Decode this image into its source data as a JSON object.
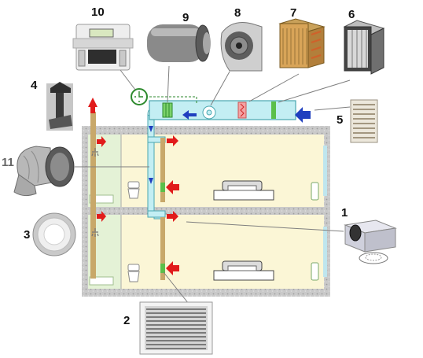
{
  "callouts": [
    {
      "id": "1",
      "label": "1",
      "subject": "ceiling air diffuser box"
    },
    {
      "id": "2",
      "label": "2",
      "subject": "extract air grille"
    },
    {
      "id": "3",
      "label": "3",
      "subject": "round air valve"
    },
    {
      "id": "4",
      "label": "4",
      "subject": "roof exhaust hood"
    },
    {
      "id": "5",
      "label": "5",
      "subject": "outdoor air louvre"
    },
    {
      "id": "6",
      "label": "6",
      "subject": "bag filter"
    },
    {
      "id": "7",
      "label": "7",
      "subject": "heat exchanger coil"
    },
    {
      "id": "8",
      "label": "8",
      "subject": "centrifugal fan"
    },
    {
      "id": "9",
      "label": "9",
      "subject": "duct silencer"
    },
    {
      "id": "10",
      "label": "10",
      "subject": "controller"
    },
    {
      "id": "11",
      "label": "11",
      "subject": "duct elbow"
    }
  ],
  "colors": {
    "building_fill": "#c9c9c9",
    "room_fill": "#fbf6d6",
    "bathroom_fill": "#e4f2d6",
    "duct": "#c3eef3",
    "duct_outline": "#4aa7b0",
    "supply_arrow": "#1f3fbf",
    "extract_arrow": "#e11b1b",
    "exhaust_riser": "#c8a86a",
    "label_text": "#111111",
    "label_11_text": "#666666"
  },
  "icons": [
    "controller-icon",
    "silencer-icon",
    "fan-icon",
    "coil-icon",
    "filter-icon",
    "louvre-icon",
    "roof-hood-icon",
    "elbow-icon",
    "air-valve-icon",
    "grille-icon",
    "diffuser-icon",
    "bed-icon",
    "toilet-icon",
    "shower-icon",
    "radiator-icon"
  ]
}
